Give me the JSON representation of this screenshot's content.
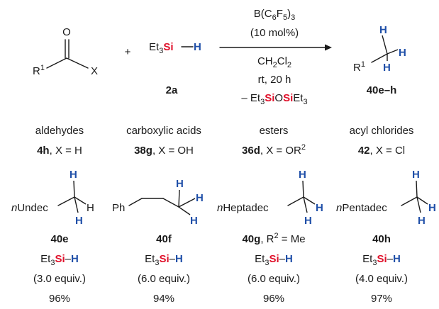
{
  "colors": {
    "si": "#e0102a",
    "h": "#1f4fa8",
    "text": "#1a1a1a"
  },
  "reaction": {
    "reactant": {
      "o": "O",
      "r": "R",
      "r_sup": "1",
      "x": "X"
    },
    "plus": "+",
    "silane": {
      "et": "Et",
      "sub3": "3",
      "si": "Si",
      "dash": "—",
      "h": "H",
      "label": "2a"
    },
    "conditions": {
      "catalyst_main": "B(C",
      "catalyst_sub1": "6",
      "catalyst_mid": "F",
      "catalyst_sub2": "5",
      "catalyst_end": ")",
      "catalyst_sub3": "3",
      "loading": "(10 mol%)",
      "solvent_main": "CH",
      "solvent_sub1": "2",
      "solvent_mid": "Cl",
      "solvent_sub2": "2",
      "time": "rt, 20 h",
      "byproduct_pre": "– Et",
      "byproduct_sub1": "3",
      "byproduct_si1": "Si",
      "byproduct_o": "O",
      "byproduct_si2": "Si",
      "byproduct_et": "Et",
      "byproduct_sub2": "3"
    },
    "product": {
      "r": "R",
      "r_sup": "1",
      "h": "H",
      "label": "40e–h"
    }
  },
  "classes": [
    {
      "name": "aldehydes",
      "code": "4h",
      "rest": ", X = H",
      "sup": ""
    },
    {
      "name": "carboxylic acids",
      "code": "38g",
      "rest": ", X = OH",
      "sup": ""
    },
    {
      "name": "esters",
      "code": "36d",
      "rest": ", X = OR",
      "sup": "2"
    },
    {
      "name": "acyl chlorides",
      "code": "42",
      "rest": ", X = Cl",
      "sup": ""
    }
  ],
  "products": [
    {
      "italic": "n",
      "name": "Undec",
      "code": "40e",
      "extra": "",
      "extra_sup": "",
      "extra_end": "",
      "equiv": "(3.0 equiv.)",
      "yield": "96%"
    },
    {
      "italic": "",
      "name": "Ph",
      "code": "40f",
      "extra": "",
      "extra_sup": "",
      "extra_end": "",
      "equiv": "(6.0 equiv.)",
      "yield": "94%"
    },
    {
      "italic": "n",
      "name": "Heptadec",
      "code": "40g",
      "extra": ", R",
      "extra_sup": "2",
      "extra_end": " = Me",
      "equiv": "(6.0 equiv.)",
      "yield": "96%"
    },
    {
      "italic": "n",
      "name": "Pentadec",
      "code": "40h",
      "extra": "",
      "extra_sup": "",
      "extra_end": "",
      "equiv": "(4.0 equiv.)",
      "yield": "97%"
    }
  ],
  "reagent": {
    "et": "Et",
    "sub3": "3",
    "si": "Si",
    "dash": "–",
    "h": "H"
  },
  "h": "H"
}
